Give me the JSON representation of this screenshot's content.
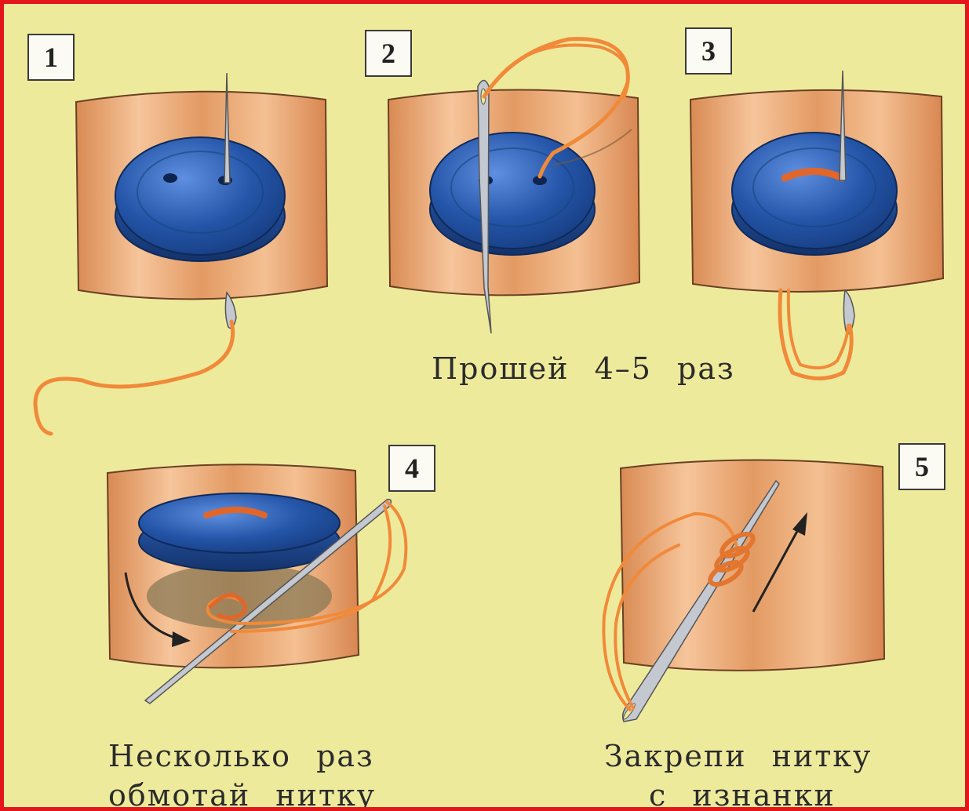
{
  "steps": [
    {
      "number": "1"
    },
    {
      "number": "2"
    },
    {
      "number": "3"
    },
    {
      "number": "4"
    },
    {
      "number": "5"
    }
  ],
  "captions": {
    "stitch": "Прошей 4–5 раз",
    "wrap_line1": "Несколько раз",
    "wrap_line2": "обмотай нитку",
    "secure_line1": "Закрепи нитку",
    "secure_line2": "с изнанки"
  },
  "colors": {
    "frame_border": "#e4161b",
    "background": "#eeea9c",
    "fabric": "#e9a46d",
    "button": "#2455a8",
    "thread": "#f08a3a",
    "needle": "#b8bcc4"
  }
}
